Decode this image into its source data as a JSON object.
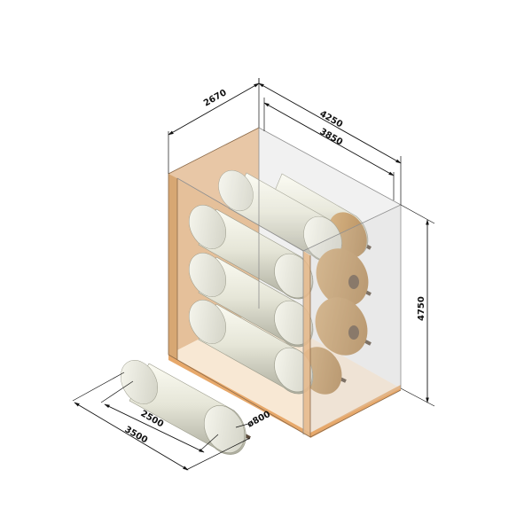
{
  "dimensions": {
    "depth": "2670",
    "outer_length": "4250",
    "inner_length": "3850",
    "height": "4750",
    "roll_body_length": "2500",
    "roll_total_length": "3500",
    "roll_diameter": "ø800"
  },
  "colors": {
    "frame_panel": "#e2bb93",
    "frame_floor": "#f0c9a0",
    "glass": "#dcdcdc",
    "roll_light": "#f8f8ee",
    "roll_mid": "#deded0",
    "roll_dark": "#b7b7a8",
    "roll_end_back": "#c9a06a",
    "shaft": "#5a4a3a"
  }
}
